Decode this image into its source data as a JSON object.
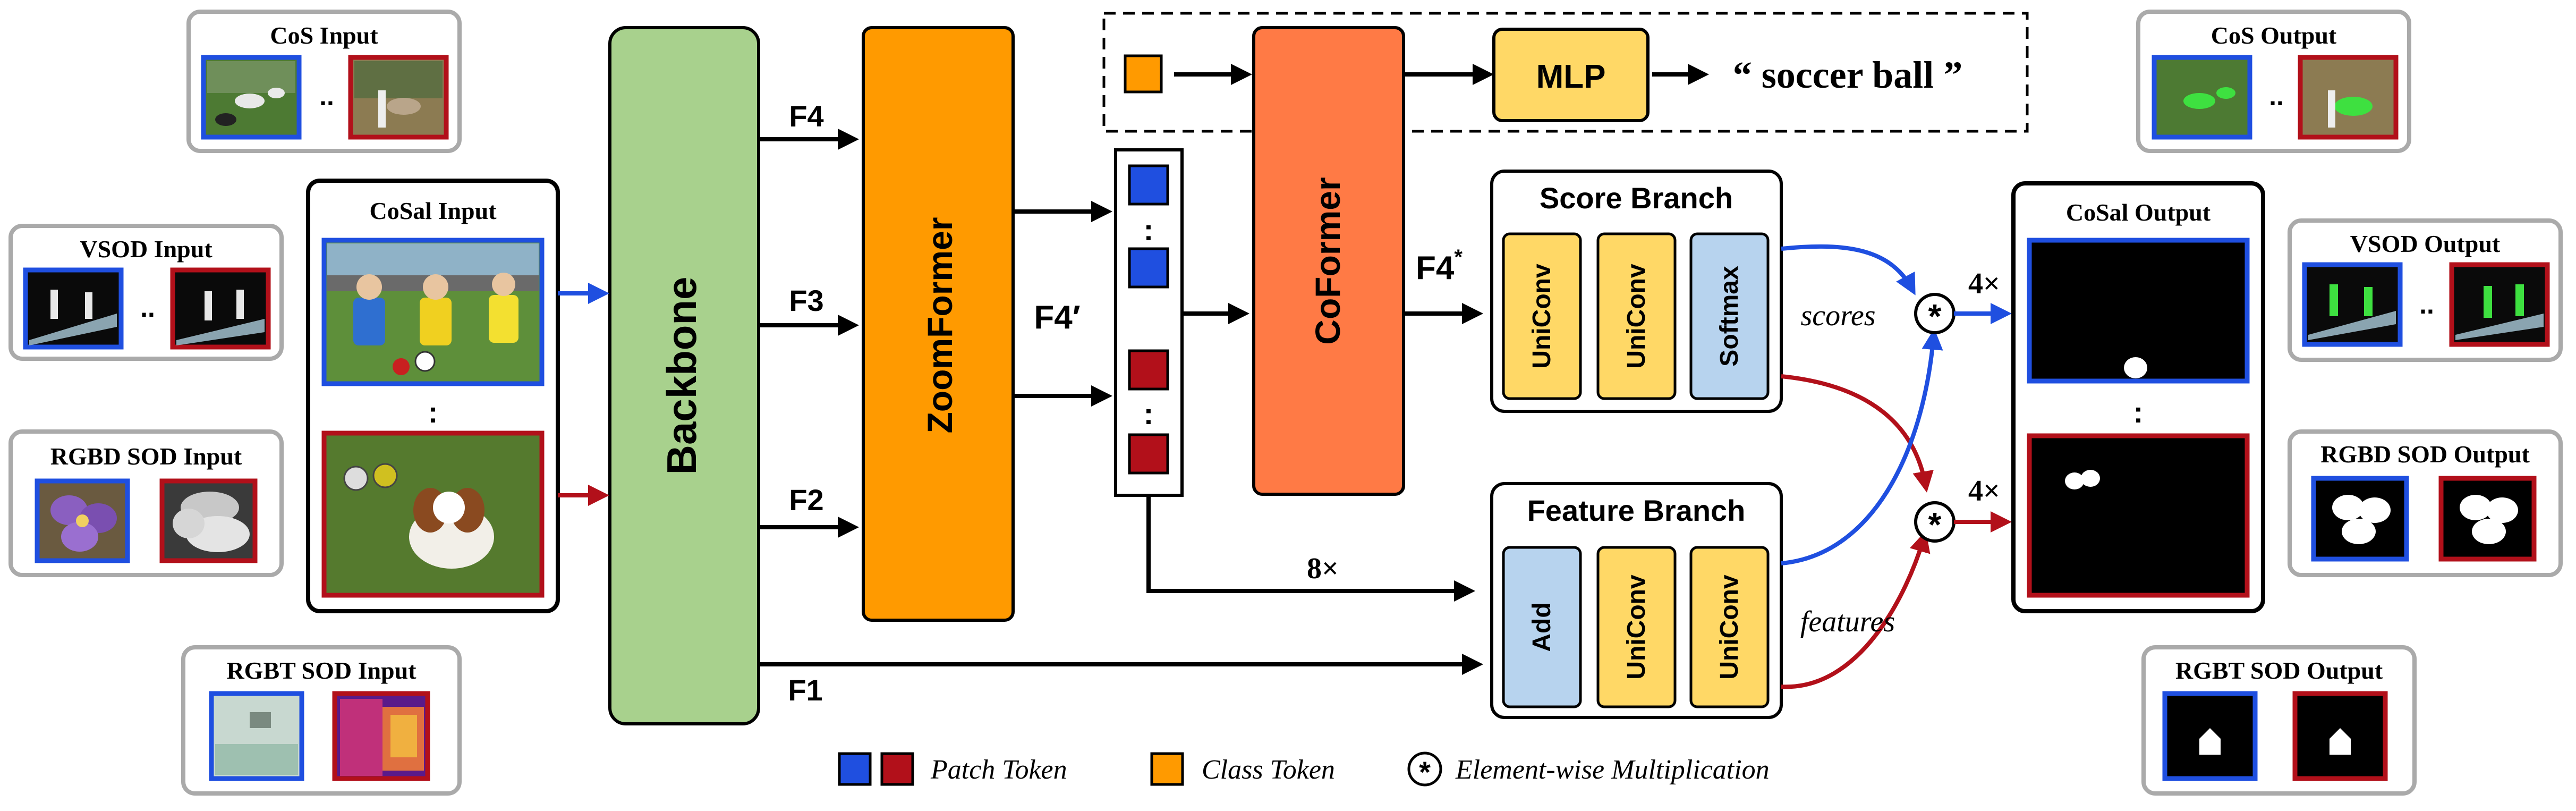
{
  "inputs": {
    "cos": "CoS Input",
    "cosal": "CoSal Input",
    "vsod": "VSOD Input",
    "rgbd": "RGBD SOD Input",
    "rgbt": "RGBT SOD Input",
    "dots_h": "..",
    "dots_v": ":"
  },
  "outputs": {
    "cos": "CoS Output",
    "cosal": "CoSal Output",
    "vsod": "VSOD Output",
    "rgbd": "RGBD SOD Output",
    "rgbt": "RGBT SOD Output"
  },
  "modules": {
    "backbone": "Backbone",
    "zoomformer": "ZoomFormer",
    "coformer": "CoFormer",
    "mlp": "MLP",
    "caption": "“ soccer ball ”"
  },
  "features": {
    "f1": "F1",
    "f2": "F2",
    "f3": "F3",
    "f4": "F4",
    "f4_prime": "F4′",
    "f4_star": "F4",
    "f4_star_sup": "*"
  },
  "score_branch": {
    "title": "Score Branch",
    "blocks": [
      "UniConv",
      "UniConv",
      "Softmax"
    ],
    "label": "scores"
  },
  "feature_branch": {
    "title": "Feature Branch",
    "blocks": [
      "Add",
      "UniConv",
      "UniConv"
    ],
    "label": "features"
  },
  "multipliers": {
    "eight": "8×",
    "four_top": "4×",
    "four_bottom": "4×",
    "star": "*"
  },
  "legend": {
    "patch_token": "Patch Token",
    "class_token": "Class Token",
    "element_wise": "Element-wise Multiplication"
  },
  "colors": {
    "blue": "#1f4fe0",
    "red": "#b2101a",
    "backbone": "#a8d18d",
    "zoomformer": "#ff9a00",
    "coformer": "#ff7a45",
    "mlp": "#ffd866",
    "uniconv": "#ffd866",
    "softmax_add": "#b7d3ee"
  }
}
